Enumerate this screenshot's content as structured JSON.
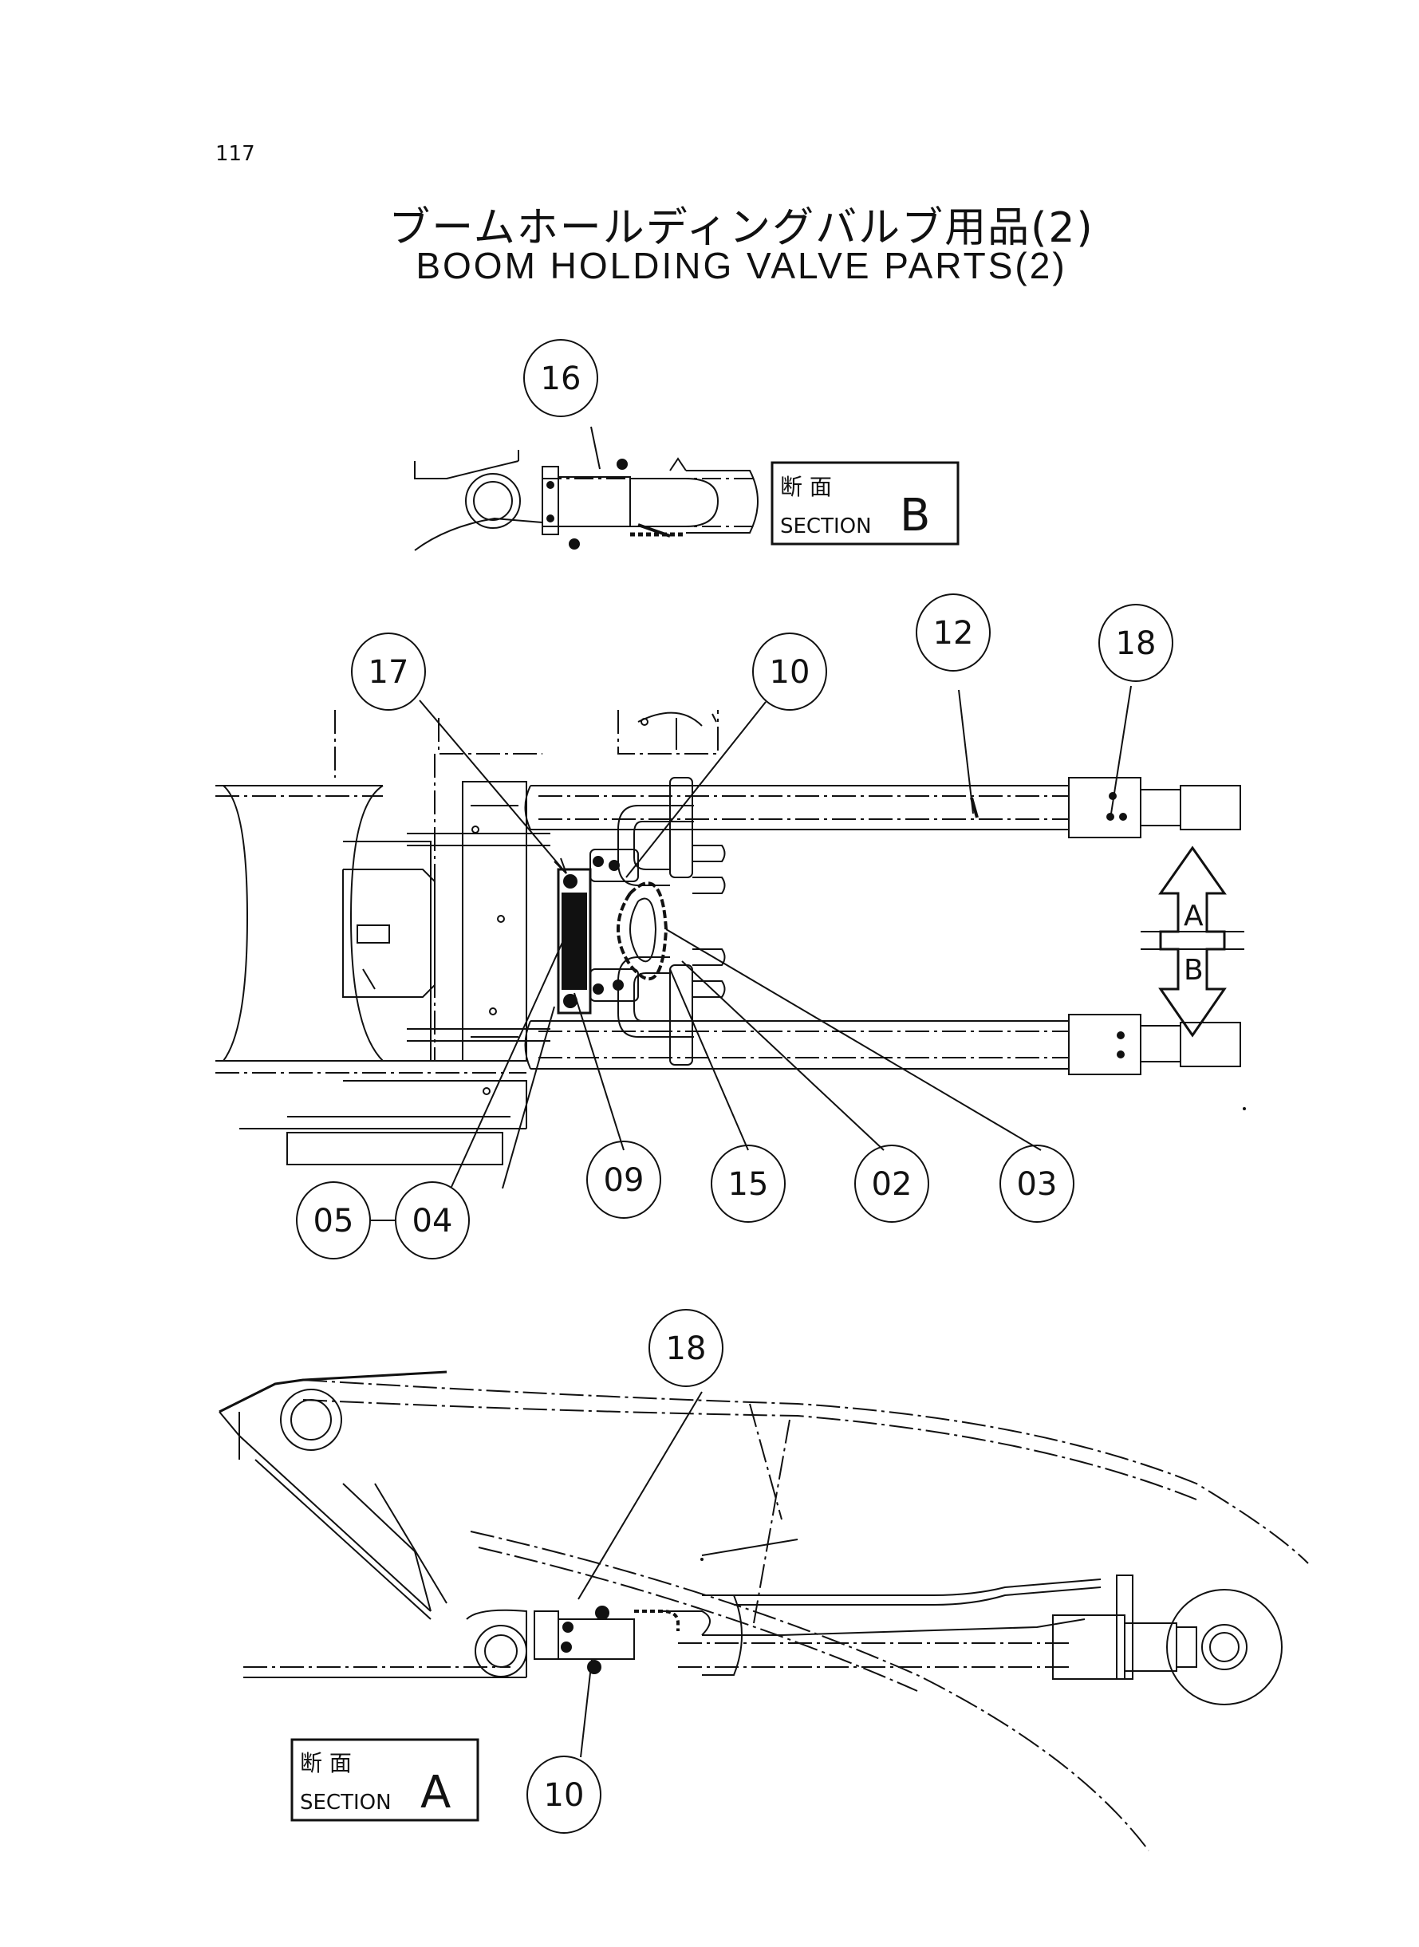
{
  "page_number": "117",
  "title_jp": "ブームホールディングバルブ用品(2)",
  "title_en": "BOOM  HOLDING  VALVE  PARTS(2)",
  "section_b": {
    "jp": "断  面",
    "en": "SECTION",
    "letter": "B"
  },
  "section_a": {
    "jp": "断  面",
    "en": "SECTION",
    "letter": "A"
  },
  "arrow_labels": {
    "up": "A",
    "down": "B"
  },
  "callouts": {
    "c16": "16",
    "c17": "17",
    "c10_top": "10",
    "c12": "12",
    "c18_top": "18",
    "c09": "09",
    "c15": "15",
    "c02": "02",
    "c03": "03",
    "c05": "05",
    "c04": "04",
    "c18_bottom": "18",
    "c10_bottom": "10"
  },
  "colors": {
    "line": "#111111",
    "background": "#ffffff"
  }
}
